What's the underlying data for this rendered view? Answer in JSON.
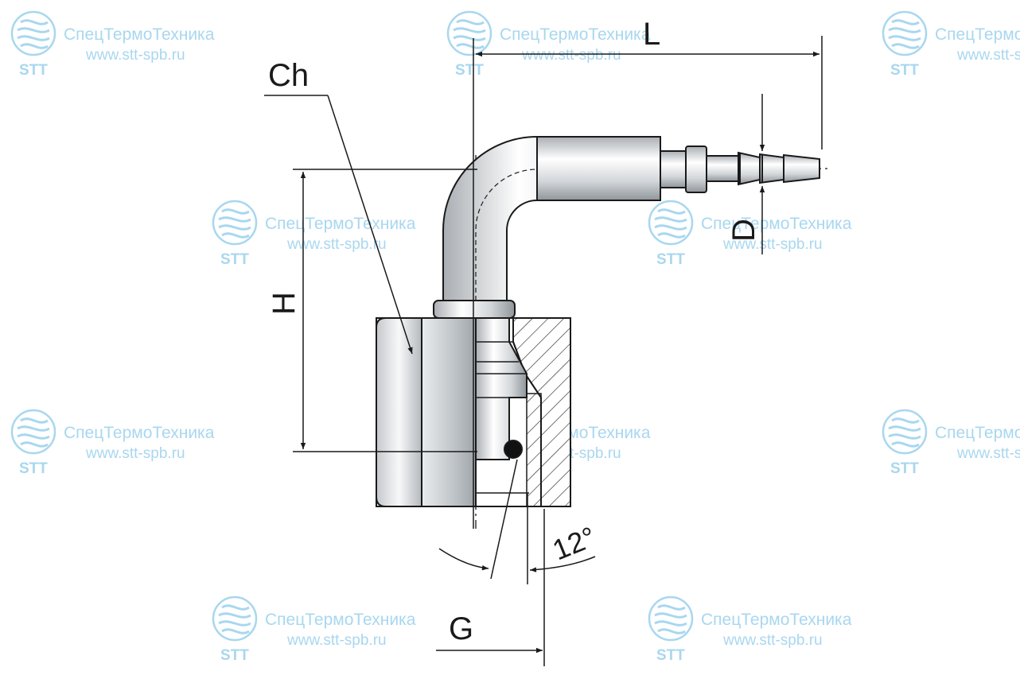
{
  "watermark": {
    "name": "СпецТермоТехника",
    "url": "www.stt-spb.ru",
    "abbr": "STT",
    "color": "#9fd3ee",
    "icon": "stt-swirl-logo-icon"
  },
  "dimensions": {
    "length": "L",
    "height": "H",
    "hex": "Ch",
    "diameter": "D",
    "thread": "G",
    "angle": "12°"
  },
  "colors": {
    "line": "#1a1a1a",
    "steel_light": "#f4f6f7",
    "steel_mid": "#c9cdd0",
    "steel_dark": "#8d9399"
  }
}
